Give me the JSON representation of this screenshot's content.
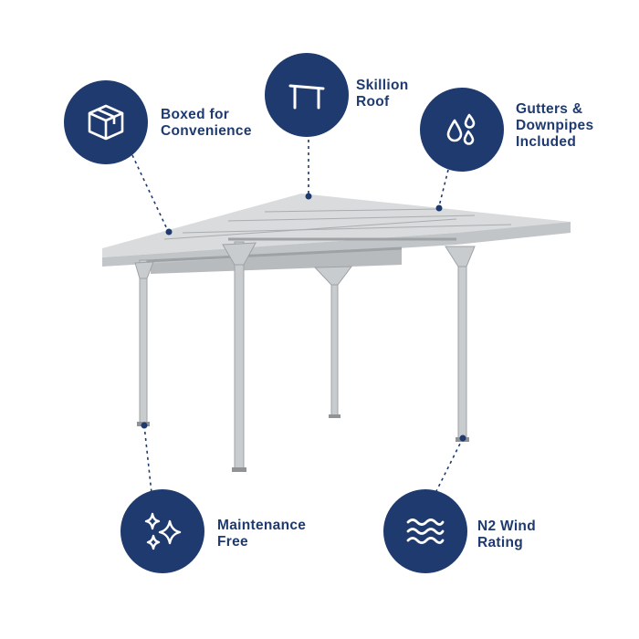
{
  "features": {
    "boxed": {
      "line1": "Boxed for",
      "line2": "Convenience",
      "icon": "box-icon"
    },
    "skillion": {
      "line1": "Skillion",
      "line2": "Roof",
      "icon": "skillion-roof-icon"
    },
    "gutters": {
      "line1": "Gutters &",
      "line2": "Downpipes",
      "line3": "Included",
      "icon": "water-drops-icon"
    },
    "maintenance": {
      "line1": "Maintenance",
      "line2": "Free",
      "icon": "sparkle-icon"
    },
    "wind": {
      "line1": "N2 Wind",
      "line2": "Rating",
      "icon": "wind-waves-icon"
    }
  },
  "colors": {
    "brand": "#1e3a6e",
    "steel": "#c9ccce",
    "steel_dark": "#9ea2a5"
  }
}
